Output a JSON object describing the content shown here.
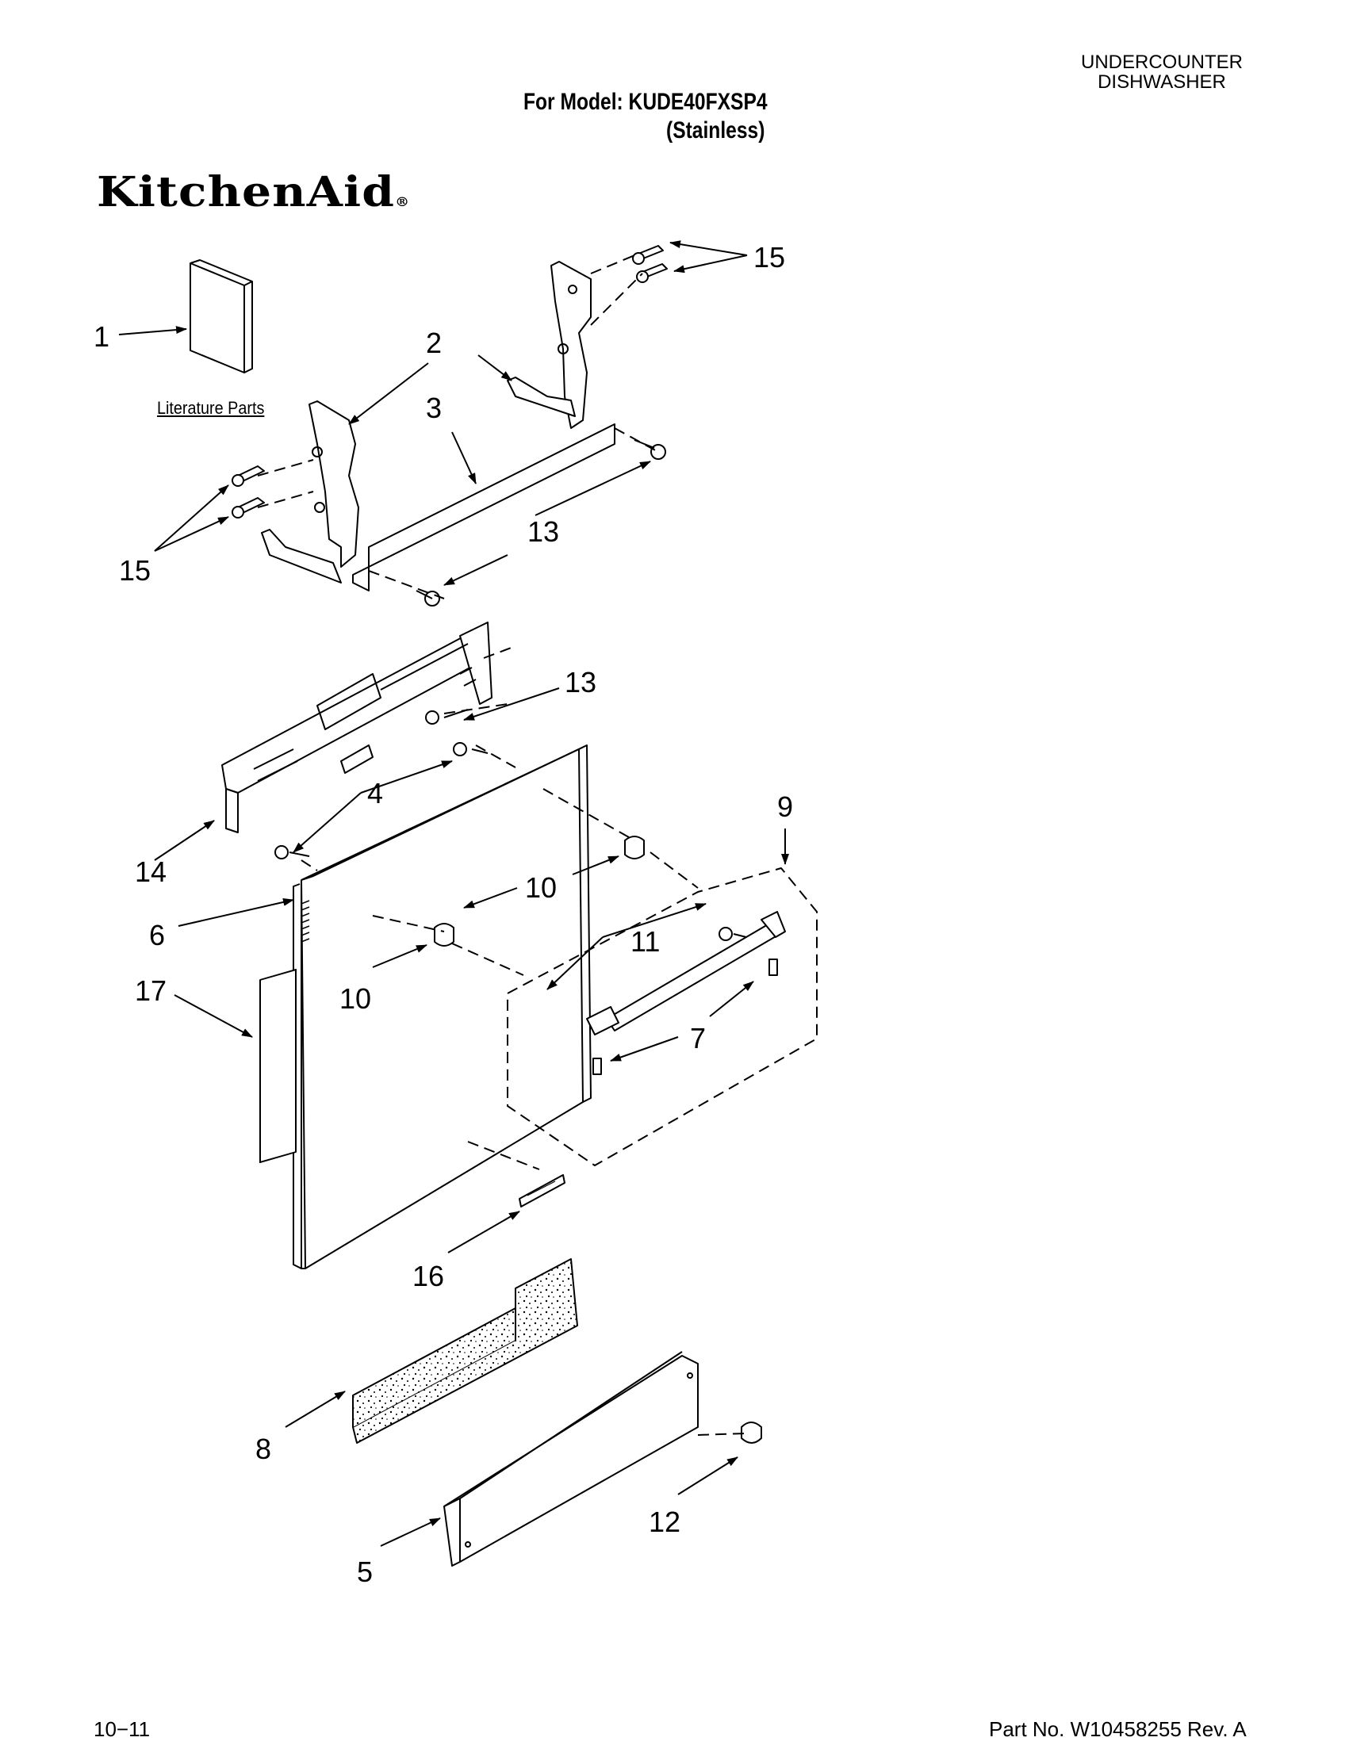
{
  "header": {
    "category_line1": "UNDERCOUNTER",
    "category_line2": "DISHWASHER",
    "model_line": "For Model: KUDE40FXSP4",
    "finish_line": "(Stainless)",
    "brand": "KitchenAid",
    "brand_mark": "®"
  },
  "literature_label": "Literature Parts",
  "callouts": [
    {
      "id": "c1",
      "label": "1"
    },
    {
      "id": "c2",
      "label": "2"
    },
    {
      "id": "c3",
      "label": "3"
    },
    {
      "id": "c15a",
      "label": "15"
    },
    {
      "id": "c15b",
      "label": "15"
    },
    {
      "id": "c13a",
      "label": "13"
    },
    {
      "id": "c13b",
      "label": "13"
    },
    {
      "id": "c4",
      "label": "4"
    },
    {
      "id": "c14",
      "label": "14"
    },
    {
      "id": "c9",
      "label": "9"
    },
    {
      "id": "c10a",
      "label": "10"
    },
    {
      "id": "c10b",
      "label": "10"
    },
    {
      "id": "c6",
      "label": "6"
    },
    {
      "id": "c11",
      "label": "11"
    },
    {
      "id": "c17",
      "label": "17"
    },
    {
      "id": "c7",
      "label": "7"
    },
    {
      "id": "c16",
      "label": "16"
    },
    {
      "id": "c8",
      "label": "8"
    },
    {
      "id": "c12",
      "label": "12"
    },
    {
      "id": "c5",
      "label": "5"
    }
  ],
  "footer": {
    "date_code": "10−11",
    "part_number": "Part No. W10458255 Rev. A"
  }
}
